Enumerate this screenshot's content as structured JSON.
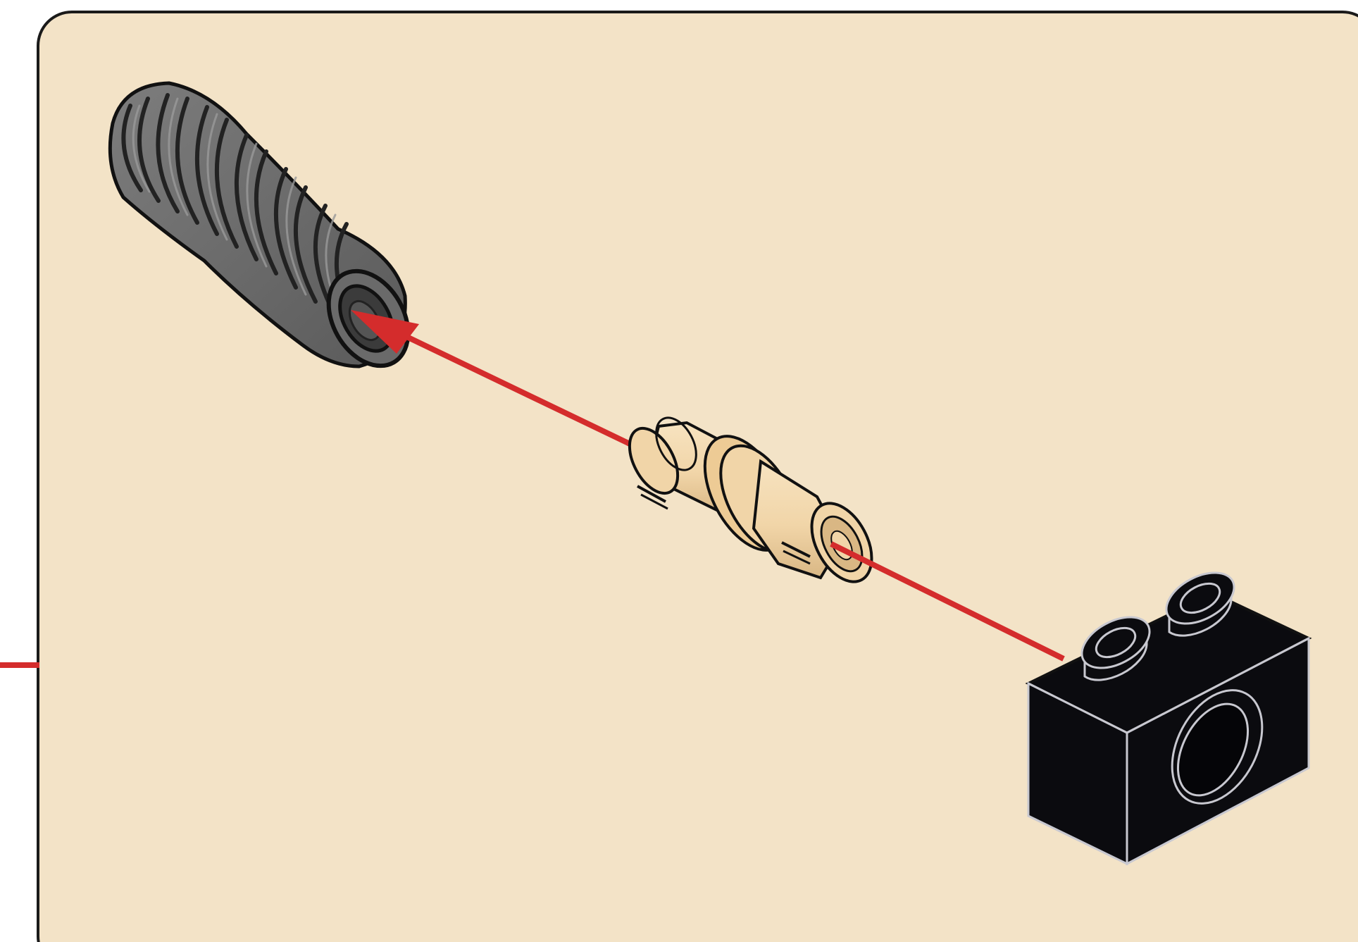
{
  "colors": {
    "panel_fill": "#F3E3C7",
    "panel_border": "#1a1a1a",
    "arrow": "#D42C2C",
    "hose": "#6f6f6f",
    "hose_dark": "#3b3b3b",
    "pin_tan": "#F1D5A8",
    "pin_shadow": "#D9B784",
    "brick_black": "#0b0b0f",
    "brick_highlight": "#c8c8d0"
  },
  "parts": {
    "hose": {
      "icon": "ribbed-flexible-hose-icon",
      "color": "dark-gray"
    },
    "pin": {
      "icon": "technic-connector-pin-icon",
      "color": "tan"
    },
    "brick": {
      "icon": "technic-brick-1x2-with-hole-icon",
      "color": "black"
    }
  },
  "arrows": [
    {
      "icon": "assembly-arrow-icon",
      "direction": "pin-into-hose"
    },
    {
      "icon": "assembly-arrow-icon",
      "direction": "brick-to-pin"
    }
  ]
}
